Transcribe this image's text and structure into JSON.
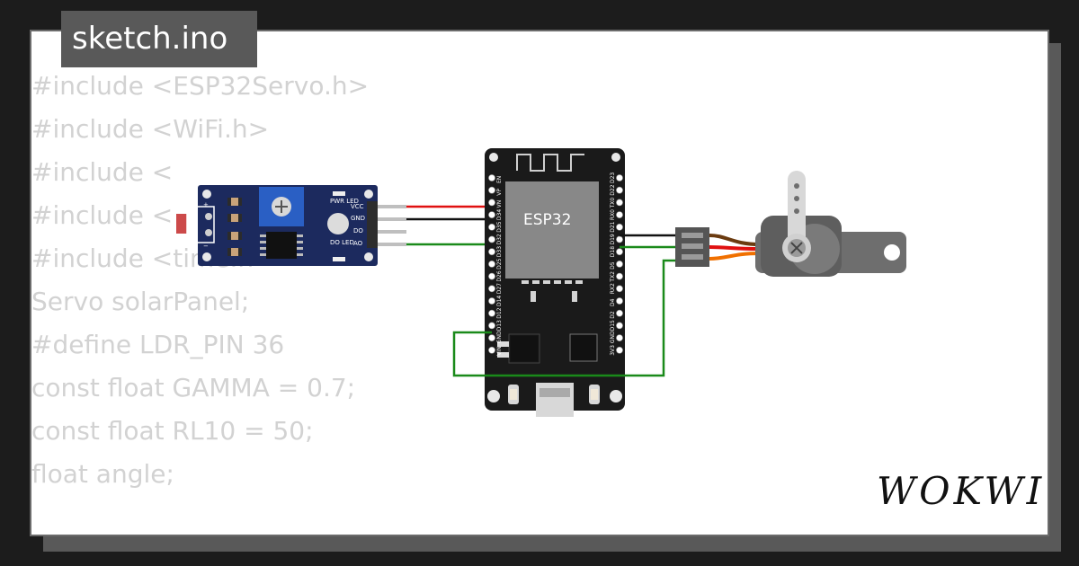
{
  "tab": {
    "title": "sketch.ino"
  },
  "code_lines": [
    "#include <ESP32Servo.h>",
    "#include <WiFi.h>",
    "#include <",
    "#include <",
    "#include <time.h>",
    "Servo solarPanel;",
    "#define LDR_PIN 36",
    "const float GAMMA = 0.7;",
    "const float RL10 = 50;",
    "float angle;"
  ],
  "esp32": {
    "label": "ESP32",
    "left_pins": [
      "EN",
      "VP",
      "VN",
      "D34",
      "D35",
      "D32",
      "D33",
      "D25",
      "D26",
      "D27",
      "D14",
      "D12",
      "D13",
      "GND",
      "VIN"
    ],
    "right_pins": [
      "D23",
      "D22",
      "TX0",
      "RX0",
      "D21",
      "D19",
      "D18",
      "D5",
      "TX2",
      "RX2",
      "D4",
      "D2",
      "D15",
      "GND",
      "3V3"
    ]
  },
  "ldr_module": {
    "pins": [
      "VCC",
      "GND",
      "DO",
      "AO"
    ],
    "pwr_led": "PWR LED",
    "do_led": "DO LED",
    "plus": "+",
    "minus": "−"
  },
  "brand": {
    "logo": "WOKWI"
  },
  "colors": {
    "background": "#1c1c1c",
    "card": "#ffffff",
    "tab": "#595959",
    "code_text": "#d2d2d2",
    "board": "#1a1a1a",
    "module": "#1c2a5e",
    "wire_red": "#e01010",
    "wire_black": "#111111",
    "wire_green": "#1a8a1a",
    "wire_orange": "#f07000"
  }
}
